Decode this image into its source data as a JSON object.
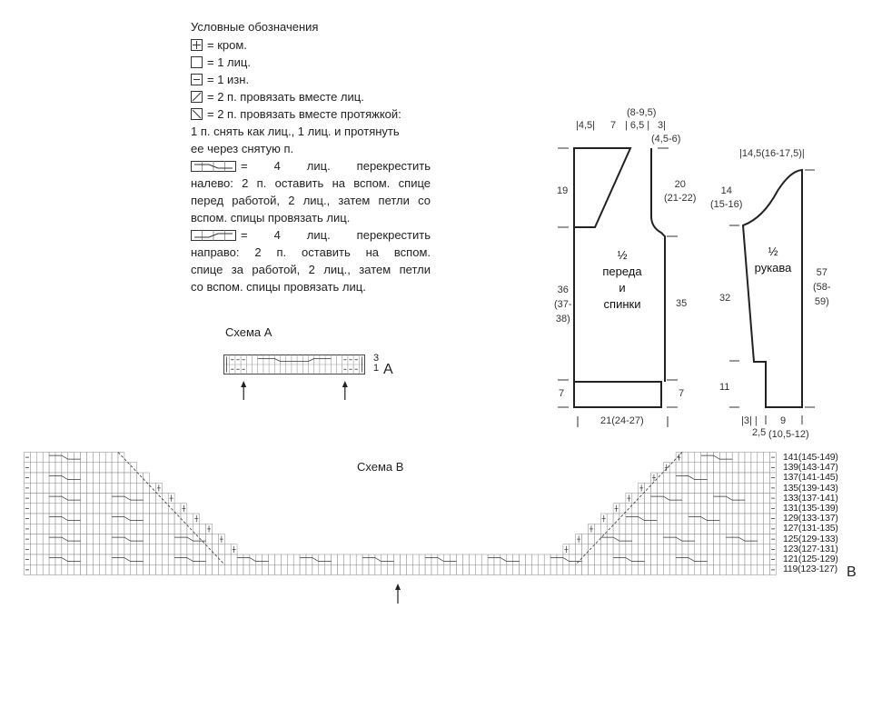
{
  "legend": {
    "title": "Условные обозначения",
    "items": [
      {
        "icon": "selvedge-symbol-icon",
        "text": "= кром."
      },
      {
        "icon": "knit-symbol-icon",
        "text": "= 1 лиц."
      },
      {
        "icon": "purl-symbol-icon",
        "text": "= 1 изн."
      },
      {
        "icon": "k2tog-symbol-icon",
        "text": "= 2 п. провязать вместе лиц."
      },
      {
        "icon": "ssk-symbol-icon",
        "text": "= 2 п. провязать вместе протяжкой:"
      }
    ],
    "ssk_lines": [
      "1 п. снять как лиц., 1 лиц. и протянуть",
      "ее через снятую п."
    ],
    "cross_left": {
      "icon": "cable-cross-left-icon",
      "first": "= 4 лиц. перекрестить",
      "lines": [
        "налево: 2 п. оставить на вспом. спице",
        "перед работой, 2 лиц., затем петли со"
      ],
      "last": "вспом. спицы провязать лиц."
    },
    "cross_right": {
      "icon": "cable-cross-right-icon",
      "first": "= 4 лиц. перекрестить",
      "lines": [
        "направо: 2 п. оставить на вспом.",
        "спице за работой, 2 лиц., затем петли"
      ],
      "last": "со вспом. спицы провязать лиц."
    }
  },
  "chart_a": {
    "title": "Схема А",
    "row_labels": [
      "3",
      "1"
    ],
    "letter": "А"
  },
  "chart_b": {
    "title": "Схема В",
    "letter": "В",
    "row_labels": [
      "141(145-149)",
      "139(143-147)",
      "137(141-145)",
      "135(139-143)",
      "133(137-141)",
      "131(135-139)",
      "129(133-137)",
      "127(131-135)",
      "125(129-133)",
      "123(127-131)",
      "121(125-129)",
      "119(123-127)"
    ]
  },
  "body_piece": {
    "label_lines": [
      "½",
      "переда",
      "и",
      "спинки"
    ],
    "top": {
      "a": "4,5",
      "b": "7",
      "c": "(8-9,5)",
      "d": "6,5",
      "e": "3",
      "f": "(4,5-6)"
    },
    "left": {
      "armhole": "19",
      "side_lines": [
        "36",
        "(37-",
        "38)"
      ],
      "hem": "7"
    },
    "right": {
      "armhole_lines": [
        "20",
        "(21-22)"
      ],
      "side": "35",
      "hem": "7"
    },
    "bottom": "21(24-27)"
  },
  "sleeve_piece": {
    "label_lines": [
      "½",
      "рукава"
    ],
    "top": "14,5(16-17,5)",
    "left": {
      "cap_lines": [
        "14",
        "(15-16)"
      ],
      "side": "32",
      "cuff": "11"
    },
    "right": {
      "total_lines": [
        "57",
        "(58-",
        "59)"
      ]
    },
    "bottom": {
      "a": "3",
      "b": "2,5",
      "c": "9",
      "d": "(10,5-12)"
    }
  }
}
